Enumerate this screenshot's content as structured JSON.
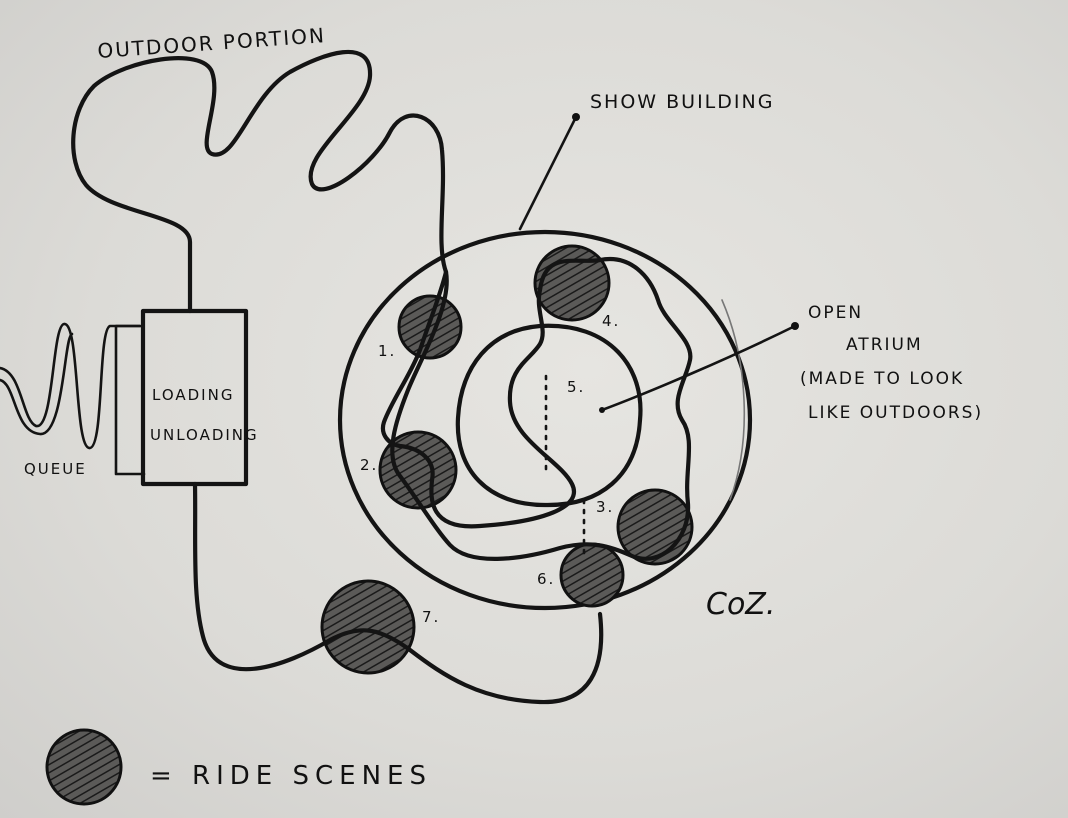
{
  "labels": {
    "outdoor_portion": "OUTDOOR PORTION",
    "show_building": "SHOW BUILDING",
    "loading": "LOADING",
    "unloading": "UNLOADING",
    "queue": "QUEUE",
    "open": "OPEN",
    "atrium": "ATRIUM",
    "made_to_look": "(MADE TO LOOK",
    "like_outdoors": "LIKE OUTDOORS)",
    "legend_text": "= RIDE SCENES",
    "signature": "CoZ."
  },
  "scenes": [
    {
      "number": "1."
    },
    {
      "number": "2."
    },
    {
      "number": "3."
    },
    {
      "number": "4."
    },
    {
      "number": "5."
    },
    {
      "number": "6."
    },
    {
      "number": "7."
    }
  ],
  "colors": {
    "ink": "#141414",
    "paper": "#e3e2de"
  }
}
